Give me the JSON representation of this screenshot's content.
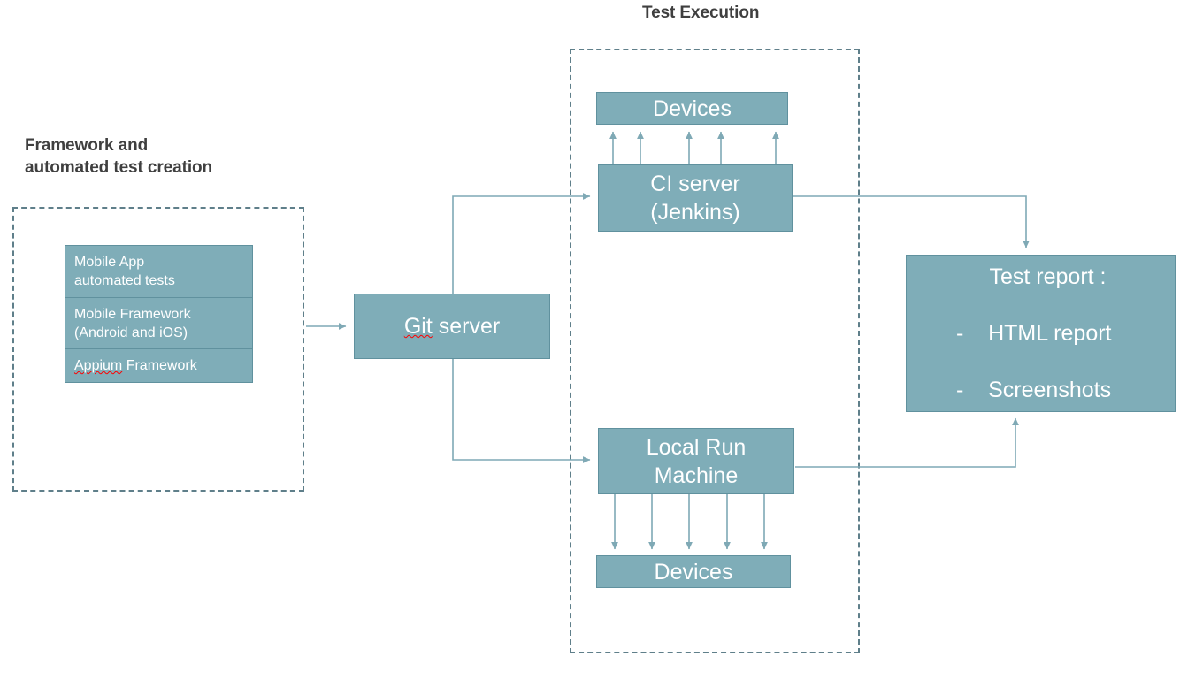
{
  "diagram": {
    "title_left": "Framework and\nautomated test creation",
    "title_right": "Test Execution",
    "accent_fill": "#7FADB8",
    "accent_border": "#60919E",
    "dash_border": "#5F7F8A",
    "title_color": "#3F3F3F",
    "text_color": "#FFFFFF",
    "background": "#FFFFFF"
  },
  "nodes": {
    "mobile_app_tests": "Mobile App\nautomated tests",
    "mobile_framework": "Mobile Framework\n(Android and iOS)",
    "appium_framework_word": "Appium",
    "appium_framework_rest": " Framework",
    "git_server_word": "Git",
    "git_server_rest": " server",
    "devices_top": "Devices",
    "ci_server": "CI server\n(Jenkins)",
    "local_run_machine": "Local Run\nMachine",
    "devices_bottom": "Devices",
    "test_report_title": "Test report :",
    "test_report_item1": "-    HTML report",
    "test_report_item2": "-    Screenshots"
  },
  "connections": [
    {
      "from": "framework-group",
      "to": "git-server",
      "kind": "arrow-right"
    },
    {
      "from": "git-server",
      "to": "ci-server",
      "kind": "elbow-up-right"
    },
    {
      "from": "git-server",
      "to": "local-run-machine",
      "kind": "elbow-down-right"
    },
    {
      "from": "ci-server",
      "to": "devices-top",
      "kind": "five-arrows-up"
    },
    {
      "from": "local-run-machine",
      "to": "devices-bottom",
      "kind": "five-arrows-down"
    },
    {
      "from": "ci-server",
      "to": "test-report",
      "kind": "elbow-right-down"
    },
    {
      "from": "local-run-machine",
      "to": "test-report",
      "kind": "elbow-right-up"
    }
  ]
}
